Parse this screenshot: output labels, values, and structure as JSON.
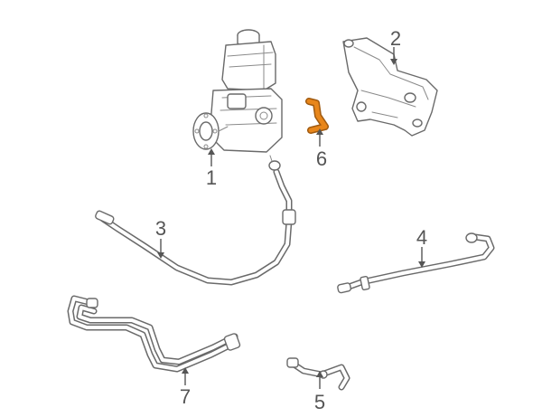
{
  "callouts": {
    "c1": "1",
    "c2": "2",
    "c3": "3",
    "c4": "4",
    "c5": "5",
    "c6": "6",
    "c7": "7"
  },
  "colors": {
    "highlight": "#e8861a",
    "line": "#6a6a6a",
    "label": "#555555"
  }
}
